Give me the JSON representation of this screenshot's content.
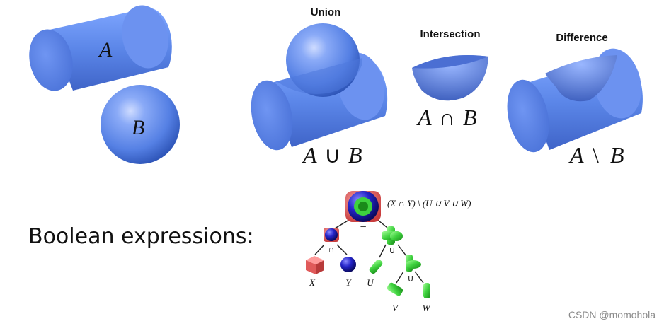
{
  "primitives": {
    "cylinder_label": "A",
    "sphere_label": "B"
  },
  "operations": [
    {
      "heading": "Union",
      "expr_left": "A",
      "op": "∪",
      "expr_right": "B"
    },
    {
      "heading": "Intersection",
      "expr_left": "A",
      "op": "∩",
      "expr_right": "B"
    },
    {
      "heading": "Difference",
      "expr_left": "A",
      "op": "\\",
      "expr_right": "B"
    }
  ],
  "tree": {
    "title": "Boolean expressions:",
    "root_expr": "(X ∩ Y) \\ (U ∪ V ∪ W)",
    "root_op": "−",
    "left_op": "∩",
    "right_op": "∪",
    "sub_op": "∪",
    "leaves": [
      "X",
      "Y",
      "U",
      "V",
      "W"
    ]
  },
  "watermark": "CSDN @momohola",
  "colors": {
    "blue": "#5b86e8",
    "blue_dark": "#3f67c9",
    "red": "#e05a5a",
    "green": "#3ed13e",
    "navy": "#1a1aa8"
  }
}
